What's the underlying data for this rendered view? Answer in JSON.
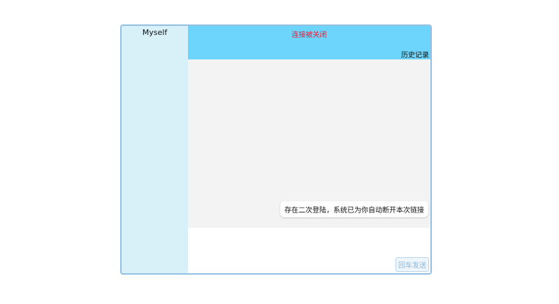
{
  "sidebar": {
    "user": "Myself"
  },
  "header": {
    "status": "连接被关闭",
    "history_label": "历史记录"
  },
  "messages": [
    {
      "text": "存在二次登陆，系统已为你自动断开本次链接"
    }
  ],
  "input": {
    "send_label": "回车发送"
  },
  "colors": {
    "header_bg": "#6dd5fb",
    "sidebar_bg": "#d8f0f8",
    "status_text": "#e0203a",
    "border": "#93bfe2"
  }
}
